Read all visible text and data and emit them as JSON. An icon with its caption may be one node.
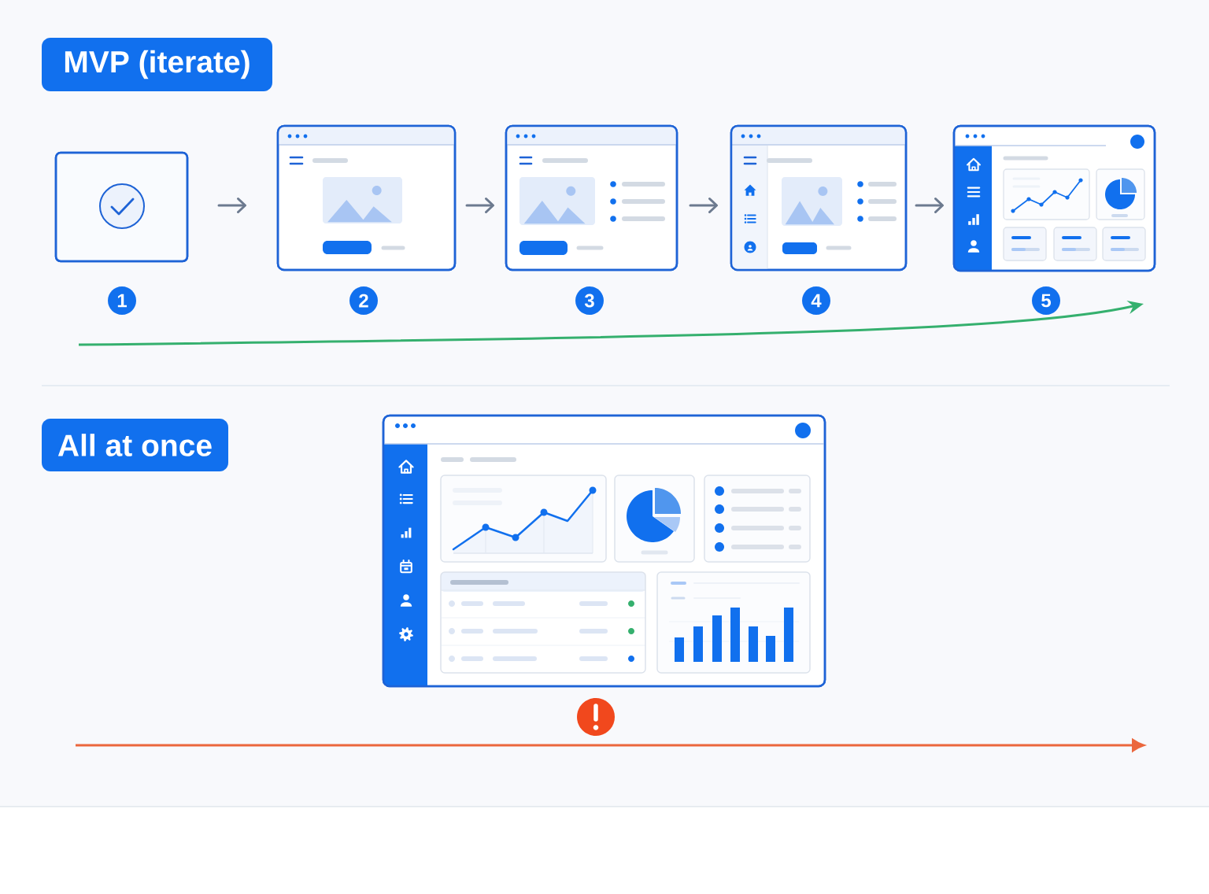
{
  "diagram": {
    "nodes": [
      {
        "text": [
          "MVP (iterate)"
        ]
      },
      {
        "text": [],
        "shape": "picture"
      },
      {
        "text": [],
        "shape": "picture"
      },
      {
        "text": [],
        "shape": "picture"
      },
      {
        "text": [],
        "shape": "picture"
      },
      {
        "text": [],
        "shape": "picture"
      },
      {
        "text": [
          "1"
        ]
      },
      {
        "text": [
          "2"
        ]
      },
      {
        "text": [
          "3"
        ]
      },
      {
        "text": [
          "4"
        ]
      },
      {
        "text": [
          "5"
        ]
      },
      {
        "text": [
          "All at once"
        ]
      },
      {
        "text": [],
        "shape": "picture"
      }
    ],
    "edges": [
      {
        "from": 1,
        "to": 2,
        "arrow": "to"
      },
      {
        "from": 2,
        "to": 3,
        "arrow": "to"
      },
      {
        "from": 3,
        "to": 4,
        "arrow": "to"
      },
      {
        "from": 4,
        "to": 5,
        "arrow": "to"
      }
    ]
  }
}
